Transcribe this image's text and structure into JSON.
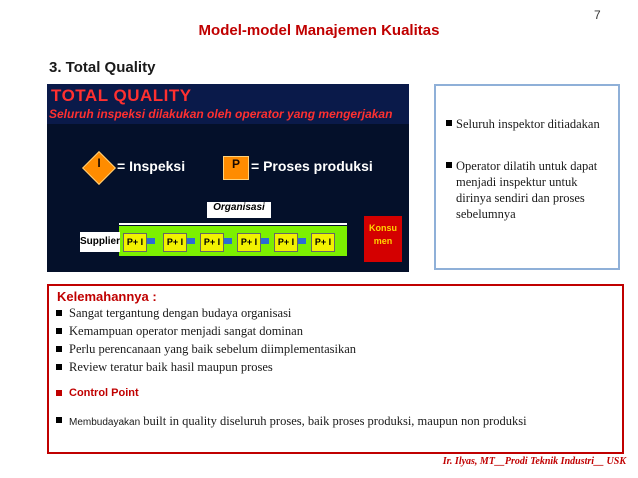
{
  "page_number": "7",
  "header_title": "Model-model Manajemen Kualitas",
  "section_title": "3. Total Quality",
  "diagram": {
    "title": "TOTAL QUALITY",
    "subtitle": "Seluruh inspeksi dilakukan oleh operator yang mengerjakan",
    "legend_i_symbol": "I",
    "legend_i_text": "= Inspeksi",
    "legend_p_symbol": "P",
    "legend_p_text": "= Proses produksi",
    "organisasi_label": "Organisasi",
    "supplier_label": "Supplier",
    "process_label": "P+ I",
    "konsumen_label_1": "Konsu",
    "konsumen_label_2": "men"
  },
  "side_points": [
    "Seluruh inspektor ditiadakan",
    "Operator dilatih untuk dapat menjadi inspektur untuk dirinya sendiri dan proses sebelumnya"
  ],
  "weakness": {
    "heading": "Kelemahannya :",
    "items": [
      "Sangat tergantung dengan budaya organisasi",
      "Kemampuan operator menjadi sangat dominan",
      "Perlu perencanaan yang baik sebelum diimplementasikan",
      "Review teratur baik hasil maupun proses"
    ]
  },
  "control_point": {
    "heading": "Control Point",
    "lead_word": "Membudayakan",
    "text": " built in quality diseluruh proses, baik proses produksi, maupun non produksi"
  },
  "footer": "Ir. Ilyas, MT__Prodi Teknik Industri__ USK",
  "colors": {
    "accent_red": "#c00000",
    "diagram_bg": "#04102a",
    "flow_green": "#7cf000",
    "box_border_blue": "#8fb0d8"
  }
}
